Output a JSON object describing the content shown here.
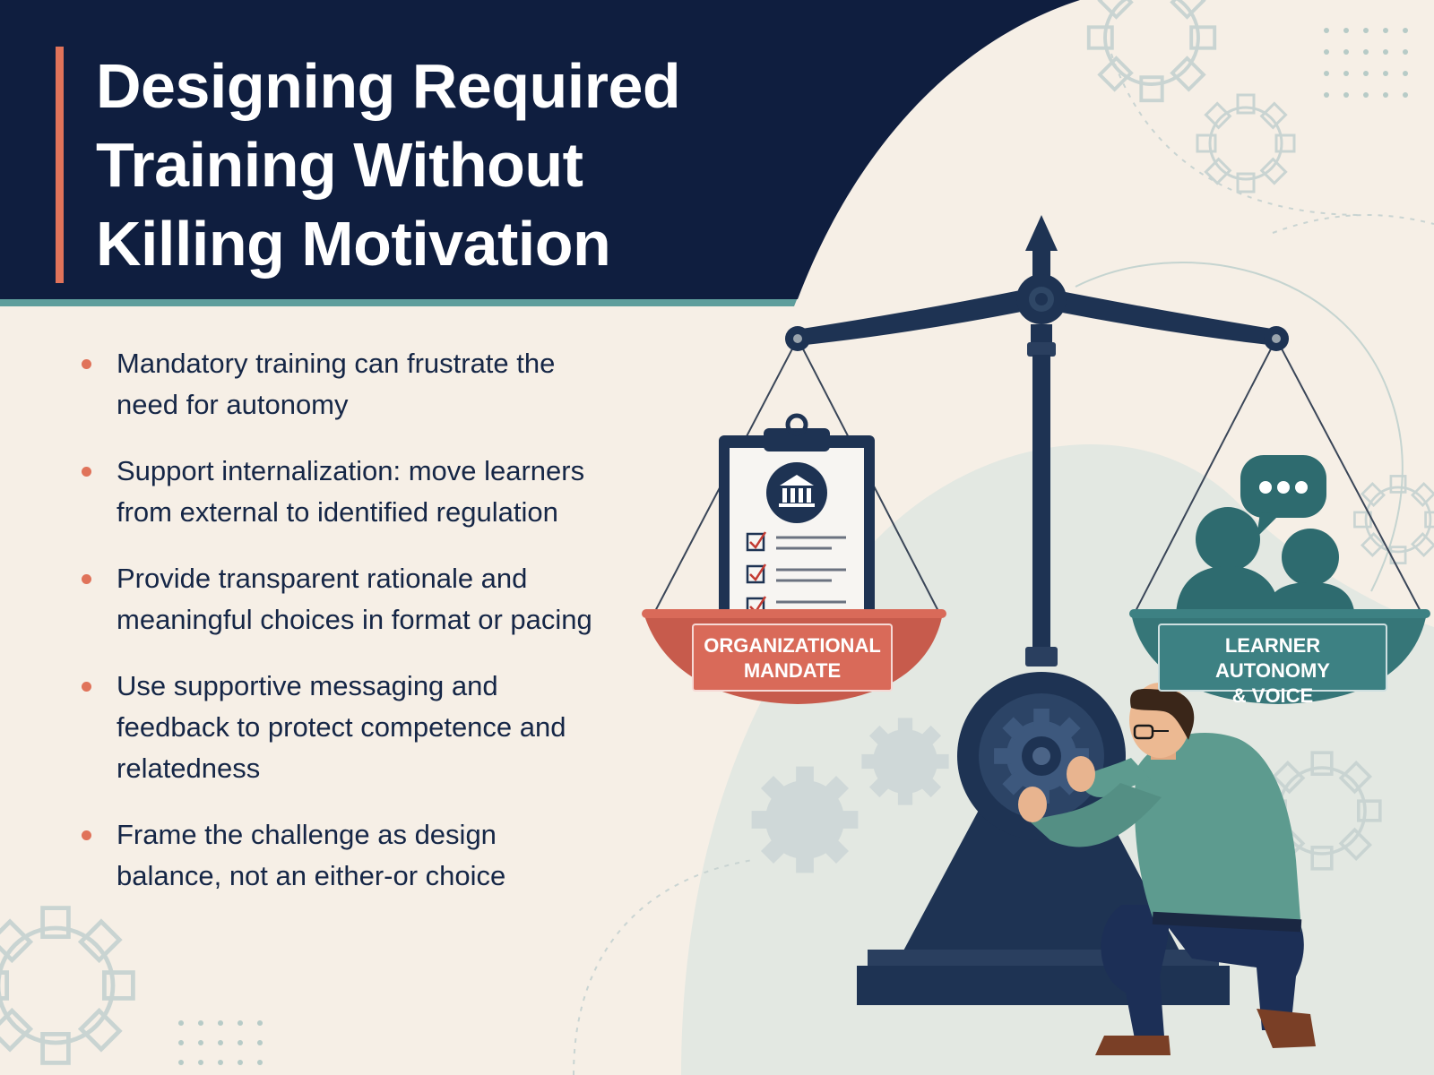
{
  "title": {
    "lines": [
      "Designing Required",
      "Training Without",
      "Killing Motivation"
    ]
  },
  "bullets": [
    "Mandatory training can frustrate the need for autonomy",
    "Support internalization: move learners from external to identified regulation",
    "Provide transparent rationale and meaningful choices in format or pacing",
    "Use supportive messaging and feedback to protect competence and relatedness",
    "Frame the challenge as design balance, not an either-or choice"
  ],
  "scale": {
    "left_label": "ORGANIZATIONAL\nMANDATE",
    "right_label": "LEARNER AUTONOMY\n& VOICE"
  },
  "colors": {
    "navy": "#0f1e3f",
    "background": "#f6efe6",
    "accent_coral": "#e0735a",
    "teal": "#3d8183",
    "scale_navy": "#1e3353"
  },
  "icons": [
    "gear-icon",
    "balance-scale-icon",
    "clipboard-icon",
    "checkbox-icon",
    "bank-building-icon",
    "speech-bubble-icon",
    "people-icon",
    "person-adjusting-gear"
  ]
}
